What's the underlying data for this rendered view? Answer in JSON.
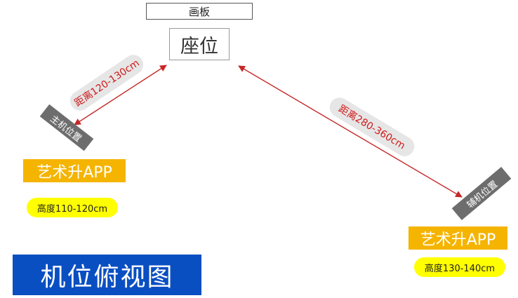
{
  "board_label": "画板",
  "seat_label": "座位",
  "distance_1": "距离120-130cm",
  "distance_2": "距离280-360cm",
  "camera_main": "主机位置",
  "camera_aux": "辅机位置",
  "app_main": "艺术升APP",
  "app_aux": "艺术升APP",
  "height_main": "高度110-120cm",
  "height_aux": "高度130-140cm",
  "title": "机位俯视图",
  "colors": {
    "arrow": "#c62828",
    "app": "#f5b400",
    "height": "#ffff00",
    "title_bg": "#0a4fc2",
    "camera": "#6d6d6d"
  }
}
